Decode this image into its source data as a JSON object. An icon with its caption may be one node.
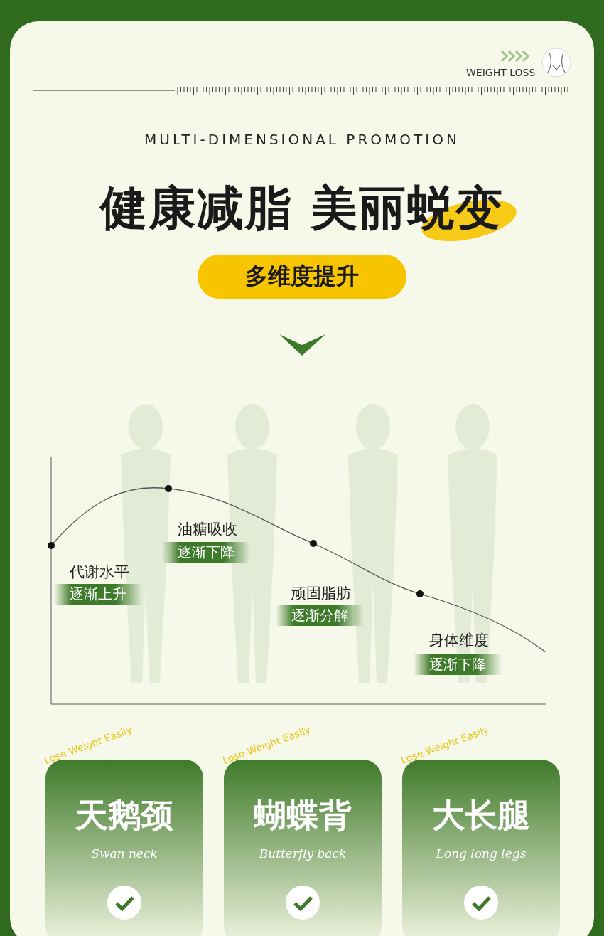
{
  "diagram": {
    "title": "健康减脂 美丽蜕变",
    "nodes": [
      {
        "text": [
          "多维度提升"
        ]
      },
      {
        "text": [
          "天鹅颈",
          "Swan neck"
        ],
        "beside": [
          "Lose Weight Easily"
        ]
      },
      {
        "text": [
          "蝴蝶背",
          "Butterfly back"
        ],
        "beside": [
          "Lose Weight Easily"
        ]
      },
      {
        "text": [
          "大长腿",
          "Long long legs"
        ],
        "beside": [
          "Lose Weight Easily"
        ]
      }
    ],
    "edges": [],
    "labels": [
      "WEIGHT LOSS",
      "MULTI-DIMENSIONAL PROMOTION",
      "油糖吸收",
      "逐渐下降",
      "代谢水平",
      "逐渐上升",
      "顽固脂肪",
      "逐渐分解",
      "身体维度",
      "逐渐下降"
    ]
  }
}
